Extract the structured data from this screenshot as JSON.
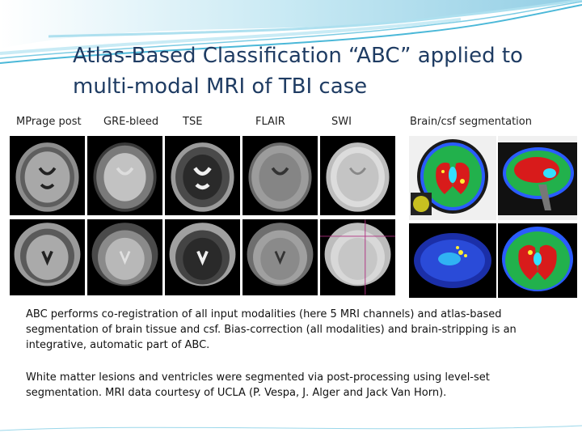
{
  "slide": {
    "title": "Atlas-Based Classification “ABC” applied to multi-modal MRI of TBI case",
    "modalities": [
      "MPrage post",
      "GRE-bleed",
      "TSE",
      "FLAIR",
      "SWI",
      "Brain/csf segmentation"
    ],
    "caption1": "ABC performs co-registration of all input modalities (here 5 MRI channels) and atlas-based segmentation of brain tissue and csf. Bias-correction (all modalities) and brain-stripping  is an integrative, automatic part of ABC.",
    "caption2": "White matter lesions and ventricles were segmented via post-processing using level-set segmentation. MRI data courtesy of UCLA (P. Vespa, J. Alger and Jack Van Horn)."
  },
  "colors": {
    "title": "#1f3c63",
    "decoration": "#4bb8d8",
    "seg_white_matter": "#d81b1b",
    "seg_gray_matter": "#22b14c",
    "seg_csf": "#2a5cff",
    "seg_ventricle": "#33e0ff",
    "seg_lesion": "#ffee33"
  }
}
